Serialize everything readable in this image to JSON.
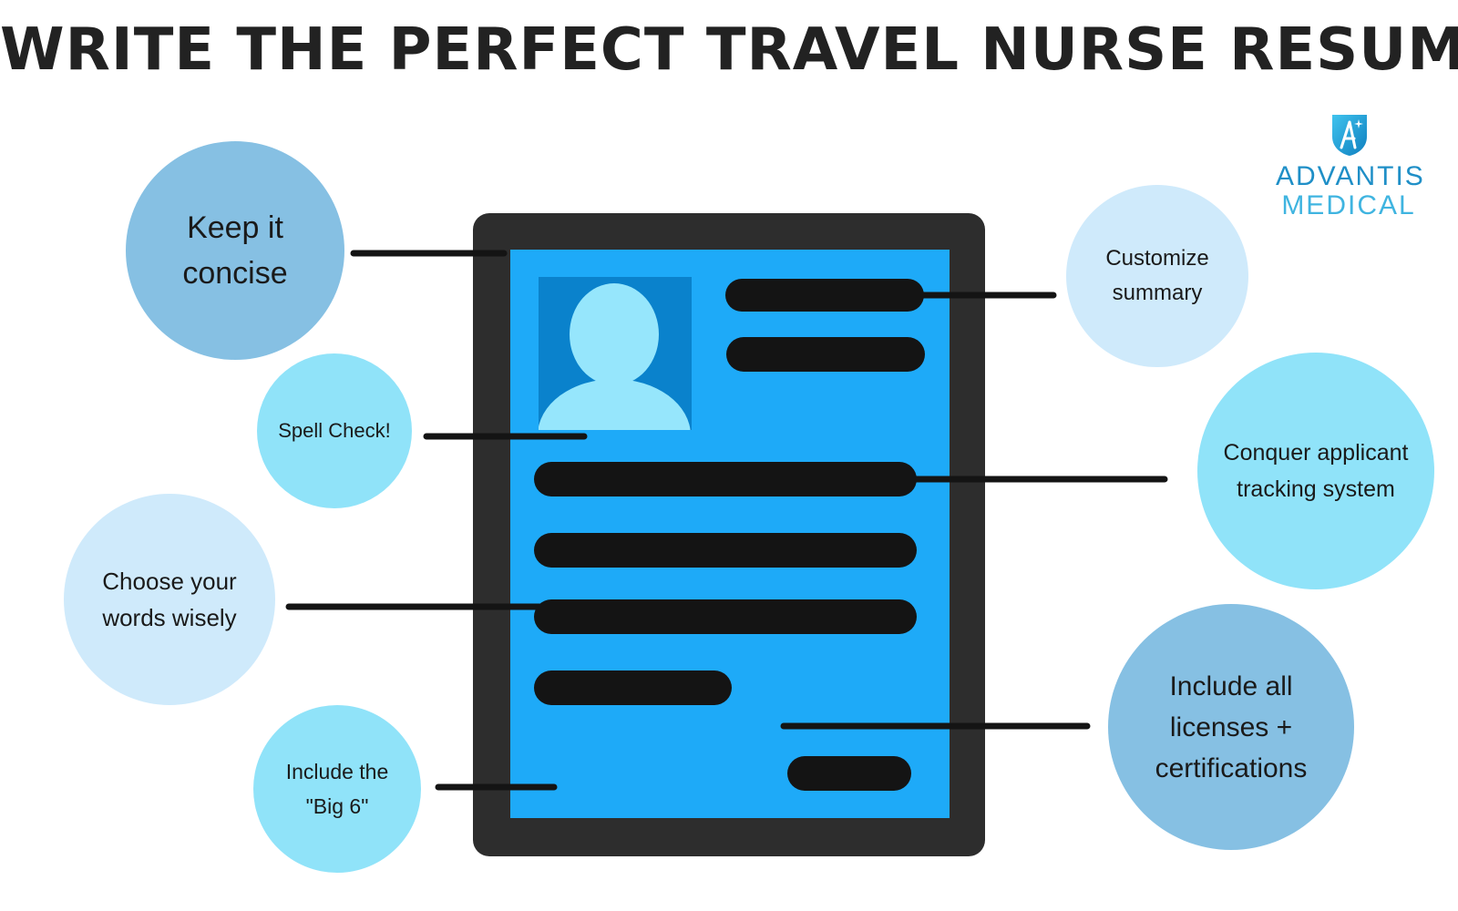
{
  "title": "WRITE THE PERFECT TRAVEL NURSE RESUME",
  "logo": {
    "line1": "ADVANTIS",
    "line2": "MEDICAL",
    "mark": "A"
  },
  "tips": {
    "keep_concise": "Keep it concise",
    "spell_check": "Spell Check!",
    "choose_words": "Choose your words wisely",
    "big6": "Include the \"Big 6\"",
    "customize_summary": "Customize summary",
    "conquer_ats": "Conquer applicant tracking system",
    "licenses": "Include all licenses + certifications"
  },
  "colors": {
    "title": "#222222",
    "frame": "#2d2d2d",
    "screen": "#1eaaf8",
    "avatar_bg": "#0a82cc",
    "avatar": "#96e6fc",
    "bar": "#141414",
    "bubble_dark": "#86c0e3",
    "bubble_mid": "#90e3f9",
    "bubble_light": "#cfeafb",
    "logo_dark": "#1f8fc7",
    "logo_light": "#3fb4e0"
  },
  "icons": {
    "avatar": "user-silhouette-icon",
    "logo": "advantis-logo-icon"
  }
}
